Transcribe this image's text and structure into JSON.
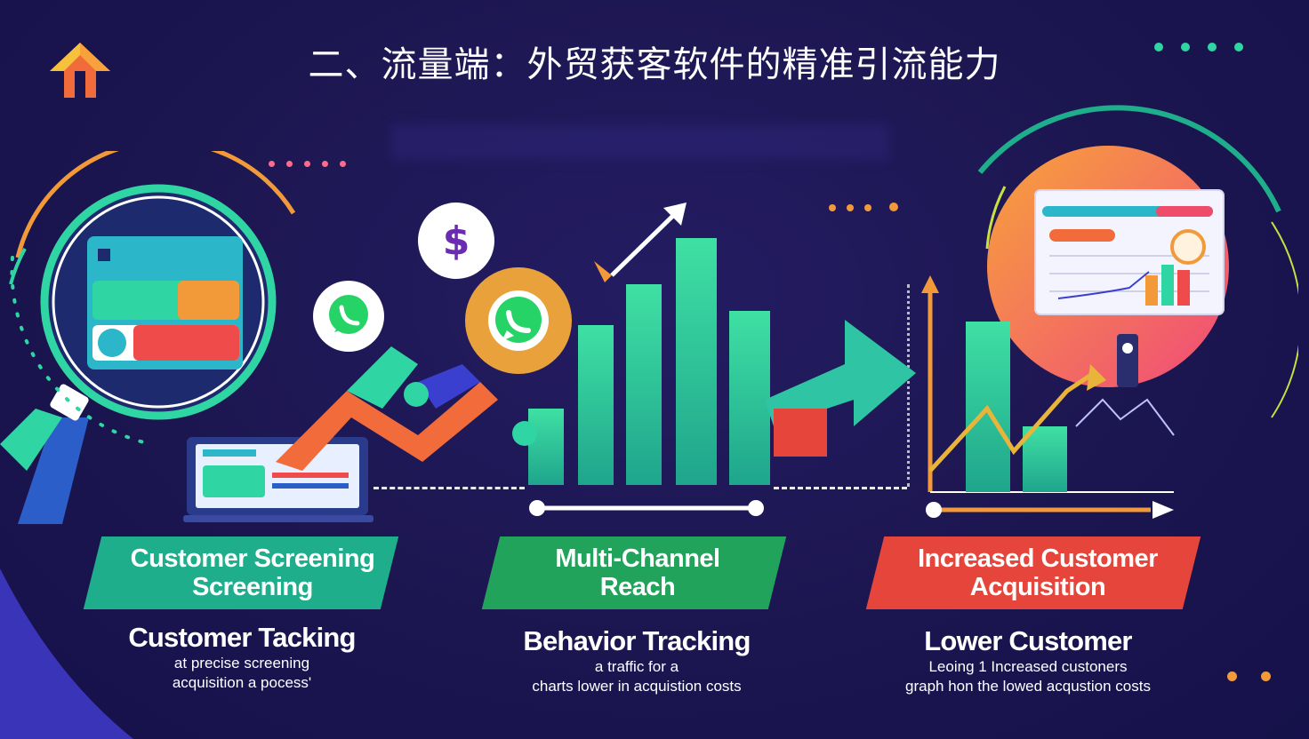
{
  "header": {
    "title": "二、流量端：外贸获客软件的精准引流能力"
  },
  "icons": {
    "currency": "$"
  },
  "sections": [
    {
      "banner": [
        "Customer Screening",
        "Screening"
      ],
      "heading": "Customer Tacking",
      "desc": [
        "at precise screening",
        "acquisition a pocess'"
      ],
      "color": "#1fae8c"
    },
    {
      "banner": [
        "Multi-Channel",
        "Reach"
      ],
      "heading": "Behavior Tracking",
      "desc": [
        "a traffic for a",
        "charts  lower in acquistion costs"
      ],
      "color": "#21a35c"
    },
    {
      "banner": [
        "Increased Customer",
        "Acquisition"
      ],
      "heading": "Lower Customer",
      "desc": [
        "Leoing 1 Increased custoners",
        "graph hon the lowed acqustion costs"
      ],
      "color": "#e5453a"
    }
  ],
  "colors": {
    "background": "#1c1650",
    "teal": "#2fd6a3",
    "orange": "#f29a3a",
    "red": "#e5453a",
    "green": "#21a35c",
    "whatsapp": "#25d366"
  }
}
